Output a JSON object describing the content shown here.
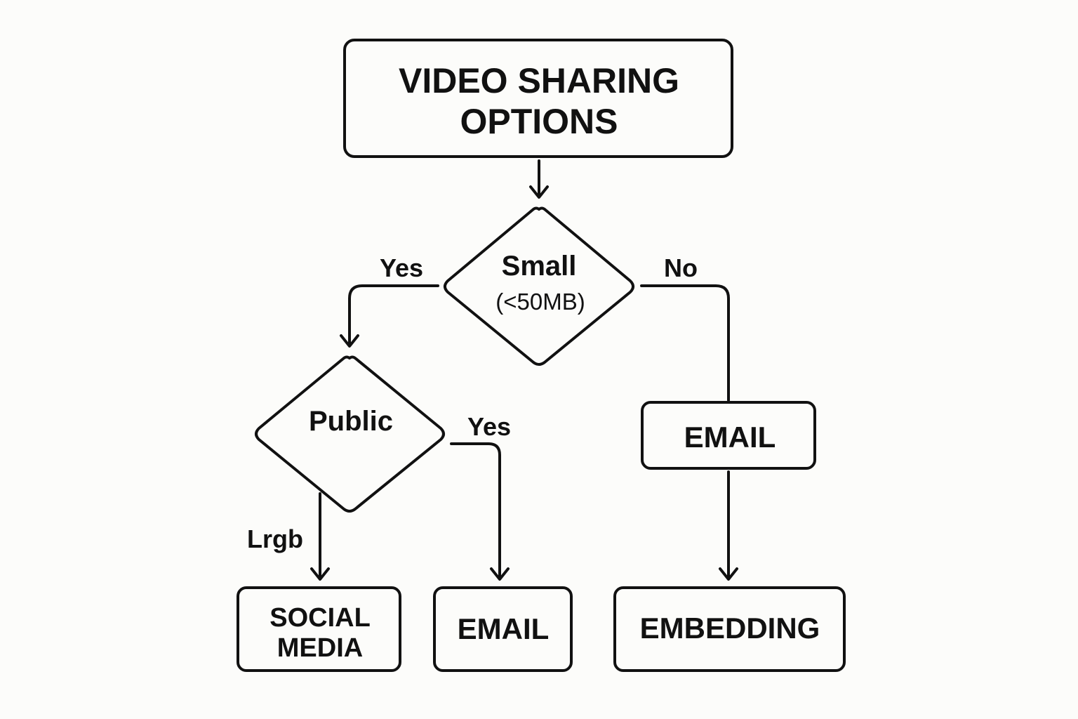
{
  "diagram": {
    "title_line1": "VIDEO SHARING",
    "title_line2": "OPTIONS",
    "decision_size_label": "Small",
    "decision_size_sub": "(<50MB)",
    "decision_size_yes": "Yes",
    "decision_size_no": "No",
    "decision_public_label": "Public",
    "decision_public_yes": "Yes",
    "decision_public_other": "Lrgb",
    "email_mid_label": "EMAIL",
    "social_media_line1": "SOCIAL",
    "social_media_line2": "MEDIA",
    "email_bottom_label": "EMAIL",
    "embedding_label": "EMBEDDING"
  },
  "colors": {
    "stroke": "#111111",
    "background": "#fcfcfa"
  }
}
